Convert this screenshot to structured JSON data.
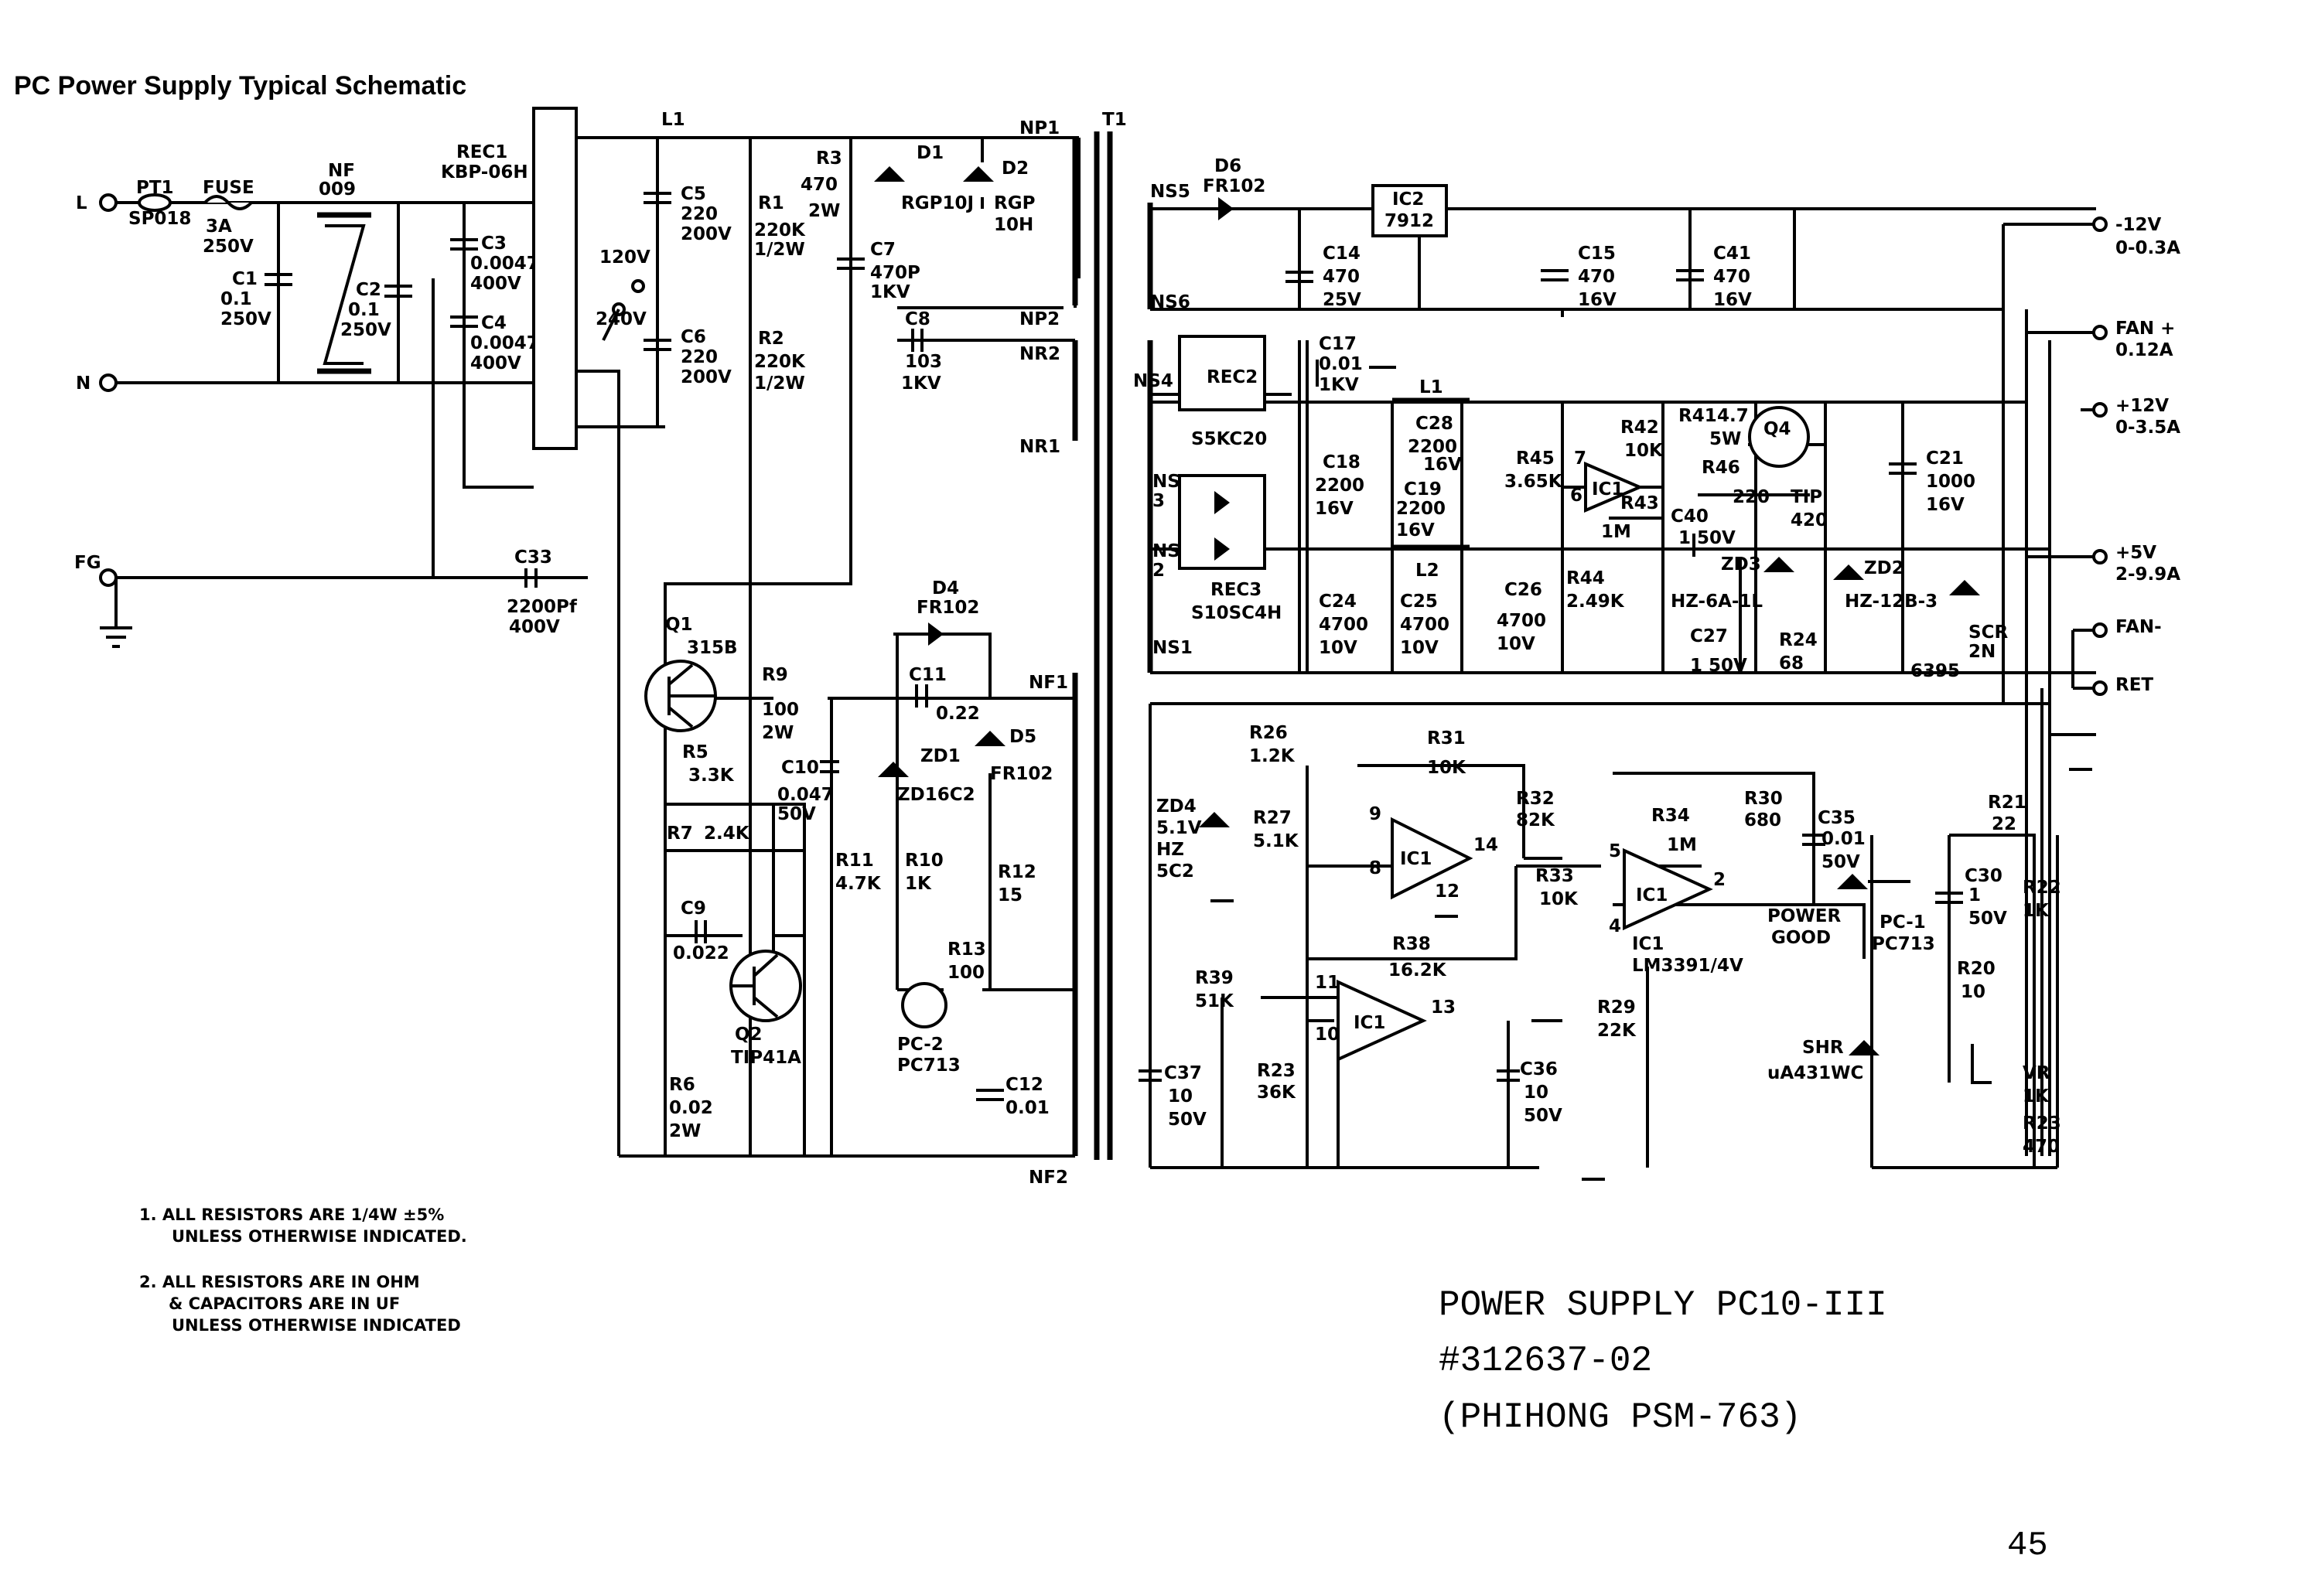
{
  "header": {
    "title": "PC Power Supply Typical Schematic"
  },
  "terminals": {
    "line": "L",
    "neutral": "N",
    "ground": "FG"
  },
  "outputs": [
    {
      "name": "-12V",
      "rating": "0-0.3A"
    },
    {
      "name": "FAN +",
      "rating": "0.12A"
    },
    {
      "name": "+12V",
      "rating": "0-3.5A"
    },
    {
      "name": "+5V",
      "rating": "2-9.9A"
    },
    {
      "name": "FAN-",
      "rating": ""
    },
    {
      "name": "RET",
      "rating": ""
    }
  ],
  "components": {
    "pt1": [
      "PT1",
      "SP018"
    ],
    "fuse": [
      "FUSE",
      "3A",
      "250V"
    ],
    "nf": [
      "NF",
      "009"
    ],
    "c1": [
      "C1",
      "0.1",
      "250V"
    ],
    "c2": [
      "C2",
      "0.1",
      "250V"
    ],
    "c3": [
      "C3",
      "0.0047",
      "400V"
    ],
    "c4": [
      "C4",
      "0.0047",
      "400V"
    ],
    "rec1": [
      "REC1",
      "KBP-06H"
    ],
    "c33": [
      "C33",
      "2200Pf",
      "400V"
    ],
    "l1a": [
      "L1"
    ],
    "sw": [
      "120V",
      "240V"
    ],
    "c5": [
      "C5",
      "220",
      "200V"
    ],
    "c6": [
      "C6",
      "220",
      "200V"
    ],
    "r1": [
      "R1",
      "220K",
      "1/2W"
    ],
    "r2": [
      "R2",
      "220K",
      "1/2W"
    ],
    "r3": [
      "R3",
      "470",
      "2W"
    ],
    "c7": [
      "C7",
      "470P",
      "1KV"
    ],
    "c8": [
      "C8",
      "103",
      "1KV"
    ],
    "d1": [
      "D1",
      "RGP10J"
    ],
    "d2": [
      "D2",
      "RGP",
      "10H"
    ],
    "t1": [
      "T1"
    ],
    "np1": [
      "NP1"
    ],
    "np2": [
      "NP2"
    ],
    "nr2": [
      "NR2"
    ],
    "nr1": [
      "NR1"
    ],
    "nf1": [
      "NF1"
    ],
    "nf2": [
      "NF2"
    ],
    "q1": [
      "Q1",
      "315B"
    ],
    "r9": [
      "R9",
      "100",
      "2W"
    ],
    "d4": [
      "D4",
      "FR102"
    ],
    "c11": [
      "C11",
      "0.22"
    ],
    "d5": [
      "D5",
      "FR102"
    ],
    "zd1": [
      "ZD1",
      "ZD16C2"
    ],
    "r5": [
      "R5",
      "3.3K"
    ],
    "c10": [
      "C10",
      "0.047",
      "50V"
    ],
    "r7": [
      "R7",
      "2.4K"
    ],
    "r11": [
      "R11",
      "4.7K"
    ],
    "r10": [
      "R10",
      "1K"
    ],
    "r12": [
      "R12",
      "15"
    ],
    "c9": [
      "C9",
      "0.022"
    ],
    "r13": [
      "R13",
      "100"
    ],
    "q2": [
      "Q2",
      "TIP41A"
    ],
    "pc2": [
      "PC-2",
      "PC713"
    ],
    "c12": [
      "C12",
      "0.01"
    ],
    "r6": [
      "R6",
      "0.02",
      "2W"
    ],
    "d6": [
      "D6",
      "FR102"
    ],
    "ns5": [
      "NS5"
    ],
    "ns6": [
      "NS6"
    ],
    "ns4": [
      "NS4"
    ],
    "ns3": [
      "NS",
      "3"
    ],
    "ns2": [
      "NS",
      "2"
    ],
    "ns1": [
      "NS1"
    ],
    "ic2": [
      "IC2",
      "7912"
    ],
    "c14": [
      "C14",
      "470",
      "25V"
    ],
    "c15": [
      "C15",
      "470",
      "16V"
    ],
    "c41": [
      "C41",
      "470",
      "16V"
    ],
    "rec2": [
      "REC2",
      "S5KC20"
    ],
    "c17": [
      "C17",
      "0.01",
      "1KV"
    ],
    "l1b": [
      "L1"
    ],
    "c18": [
      "C18",
      "2200",
      "16V"
    ],
    "c28": [
      "C28",
      "2200",
      "16V"
    ],
    "c19": [
      "C19",
      "2200",
      "16V"
    ],
    "rec3": [
      "REC3",
      "S10SC4H"
    ],
    "l2": [
      "L2"
    ],
    "r45": [
      "R45",
      "3.65K"
    ],
    "ic1a": [
      "7",
      "IC1",
      "6"
    ],
    "r42": [
      "R42",
      "10K"
    ],
    "r41": [
      "R41",
      "4.7",
      "5W"
    ],
    "q4": [
      "Q4",
      "TIP",
      "420"
    ],
    "r46": [
      "R46",
      "220"
    ],
    "r43": [
      "R43",
      "1M"
    ],
    "c40": [
      "C40",
      "1 50V"
    ],
    "c21": [
      "C21",
      "1000",
      "16V"
    ],
    "c24": [
      "C24",
      "4700",
      "10V"
    ],
    "c25": [
      "C25",
      "4700",
      "10V"
    ],
    "c26": [
      "C26",
      "4700",
      "10V"
    ],
    "r44": [
      "R44",
      "2.49K"
    ],
    "zd3": [
      "ZD3",
      "HZ-6A-1L"
    ],
    "zd2": [
      "ZD2",
      "HZ-12B-3"
    ],
    "c27": [
      "C27",
      "1 50V"
    ],
    "r24": [
      "R24",
      "68"
    ],
    "scr": [
      "SCR",
      "2N",
      "6395"
    ],
    "r26": [
      "R26",
      "1.2K"
    ],
    "r31": [
      "R31",
      "10K"
    ],
    "zd4": [
      "ZD4",
      "5.1V",
      "HZ",
      "5C2"
    ],
    "r27": [
      "R27",
      "5.1K"
    ],
    "ic1b": [
      "9",
      "8",
      "IC1",
      "14",
      "12"
    ],
    "r32": [
      "R32",
      "82K"
    ],
    "r34": [
      "R34",
      "1M"
    ],
    "r30": [
      "R30",
      "680"
    ],
    "c35": [
      "C35",
      "0.01",
      "50V"
    ],
    "r33": [
      "R33",
      "10K"
    ],
    "ic1c": [
      "5",
      "4",
      "IC1",
      "2"
    ],
    "ic1name": [
      "IC1",
      "LM3391/4V"
    ],
    "pg": [
      "POWER",
      "GOOD"
    ],
    "pc1": [
      "PC-1",
      "PC713"
    ],
    "c30": [
      "C30",
      "1",
      "50V"
    ],
    "r21": [
      "R21",
      "22"
    ],
    "r22": [
      "R22",
      "1K"
    ],
    "r38": [
      "R38",
      "16.2K"
    ],
    "r39": [
      "R39",
      "51K"
    ],
    "ic1d": [
      "11",
      "10",
      "IC1",
      "13"
    ],
    "r29": [
      "R29",
      "22K"
    ],
    "r20": [
      "R20",
      "10"
    ],
    "c37": [
      "C37",
      "10",
      "50V"
    ],
    "r23": [
      "R23",
      "36K"
    ],
    "c36": [
      "C36",
      "10",
      "50V"
    ],
    "shr": [
      "SHR",
      "uA431WC"
    ],
    "vr": [
      "VR",
      "1K"
    ],
    "r23b": [
      "R23",
      "470"
    ]
  },
  "notes": [
    [
      "1.  ALL RESISTORS ARE 1/4W ±5%",
      "UNLESS OTHERWISE INDICATED."
    ],
    [
      "2.  ALL RESISTORS ARE IN OHM",
      "& CAPACITORS ARE IN UF",
      "UNLESS OTHERWISE INDICATED"
    ]
  ],
  "title_block": [
    "POWER SUPPLY PC10-III",
    "#312637-02",
    "(PHIHONG PSM-763)"
  ],
  "page_number": "45"
}
